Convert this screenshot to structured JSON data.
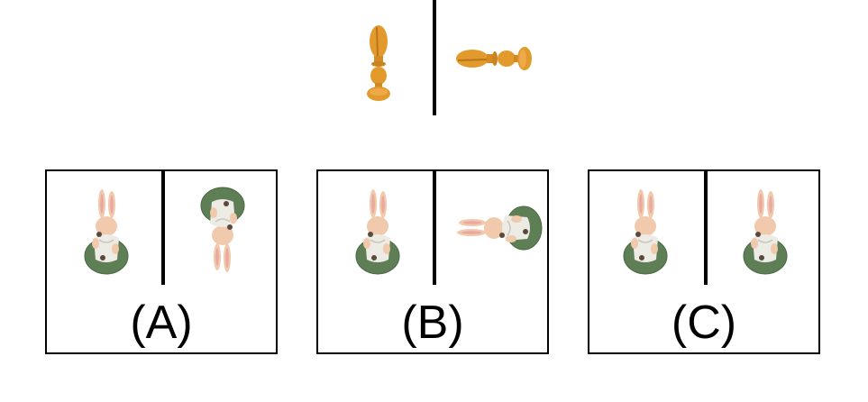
{
  "reference": {
    "left_figure": "orange-pawn-figure-upright",
    "right_figure": "orange-pawn-figure-rotated"
  },
  "options": [
    {
      "label": "(A)",
      "left_figure": "bunny-on-green-base-upright",
      "right_figure": "bunny-on-green-base-upside-down"
    },
    {
      "label": "(B)",
      "left_figure": "bunny-on-green-base-upright",
      "right_figure": "bunny-on-green-base-rotated"
    },
    {
      "label": "(C)",
      "left_figure": "bunny-on-green-base-upright",
      "right_figure": "bunny-on-green-base-upright"
    }
  ],
  "colors": {
    "line": "#000000",
    "pawn": "#e39a2c",
    "pawn_shadow": "#b8751a",
    "bunny": "#f1c9ad",
    "bunny_inner": "#e9a9a0",
    "dress": "#ecebe4",
    "base": "#5e7f55",
    "base_edge": "#4b6844"
  }
}
